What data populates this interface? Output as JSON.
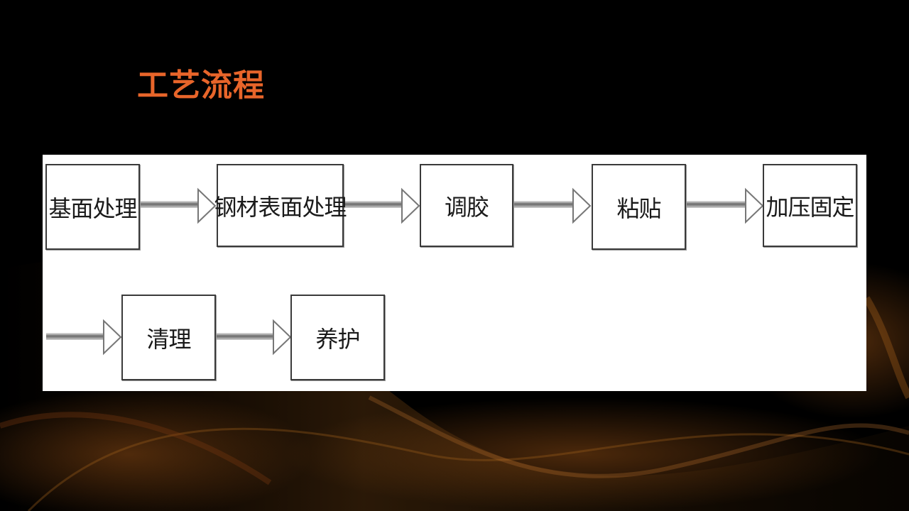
{
  "slide": {
    "title": "工艺流程",
    "title_color": "#e8652a",
    "background_color": "#000000",
    "swirl_color": "#8a4a14"
  },
  "flow": {
    "steps": [
      {
        "label": "基面处理"
      },
      {
        "label": "钢材表面处理"
      },
      {
        "label": "调胶"
      },
      {
        "label": "粘贴"
      },
      {
        "label": "加压固定"
      },
      {
        "label": "清理"
      },
      {
        "label": "养护"
      }
    ]
  }
}
